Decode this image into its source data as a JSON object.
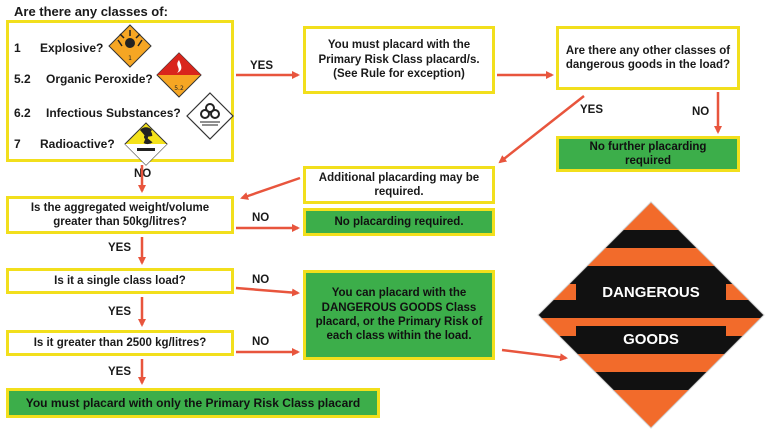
{
  "title": "Are there any classes of:",
  "classes": [
    {
      "num": "1",
      "name": "Explosive?"
    },
    {
      "num": "5.2",
      "name": "Organic Peroxide?"
    },
    {
      "num": "6.2",
      "name": "Infectious Substances?"
    },
    {
      "num": "7",
      "name": "Radioactive?"
    }
  ],
  "boxes": {
    "must_placard": "You must placard with the Primary Risk Class placard/s. (See Rule for exception)",
    "other_classes": "Are there any other classes of dangerous goods in the load?",
    "no_further": "No further placarding required",
    "additional": "Additional placarding may be required.",
    "aggregated": "Is the aggregated weight/volume greater than 50kg/litres?",
    "no_placarding": "No placarding required.",
    "single_class": "Is it a single class load?",
    "can_placard": "You can placard with the DANGEROUS GOODS Class placard, or the Primary Risk of each class within the load.",
    "greater_2500": "Is it greater than 2500 kg/litres?",
    "only_primary": "You must placard with only the Primary Risk Class placard"
  },
  "labels": {
    "yes": "YES",
    "no": "NO"
  },
  "placard": {
    "line1": "DANGEROUS",
    "line2": "GOODS"
  },
  "colors": {
    "border": "#f2df1c",
    "green": "#3cae4a",
    "arrow": "#e8553d",
    "orange": "#f26b2b"
  }
}
